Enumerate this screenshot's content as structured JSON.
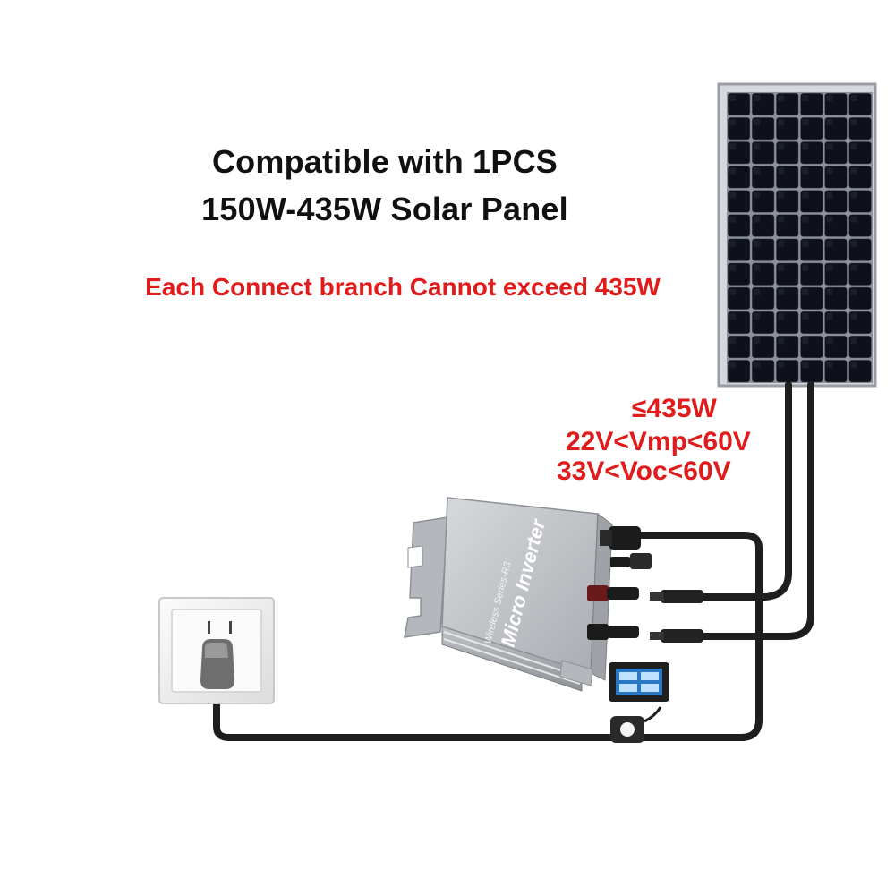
{
  "heading": {
    "line1": "Compatible with 1PCS",
    "line2": "150W-435W Solar Panel"
  },
  "warning": {
    "text": "Each Connect branch Cannot exceed 435W"
  },
  "specs": [
    "≤435W",
    "22V<Vmp<60V",
    "33V<Voc<60V"
  ],
  "inverter": {
    "brand_line": "Wireless Series-R3",
    "model_line": "Micro Inverter"
  },
  "colors": {
    "text": "#111111",
    "accent_red": "#e01b1b",
    "cable": "#1e1e1e",
    "panel_cell": "#0d1018",
    "panel_frame": "#c9ccd1",
    "inverter_body": "#b9bcc1"
  },
  "icons": {
    "solar_panel": "solar-panel-icon",
    "inverter": "micro-inverter-icon",
    "outlet": "wall-outlet-icon",
    "plug": "power-plug-icon",
    "meter": "power-meter-icon",
    "ct_clamp": "current-clamp-icon"
  }
}
